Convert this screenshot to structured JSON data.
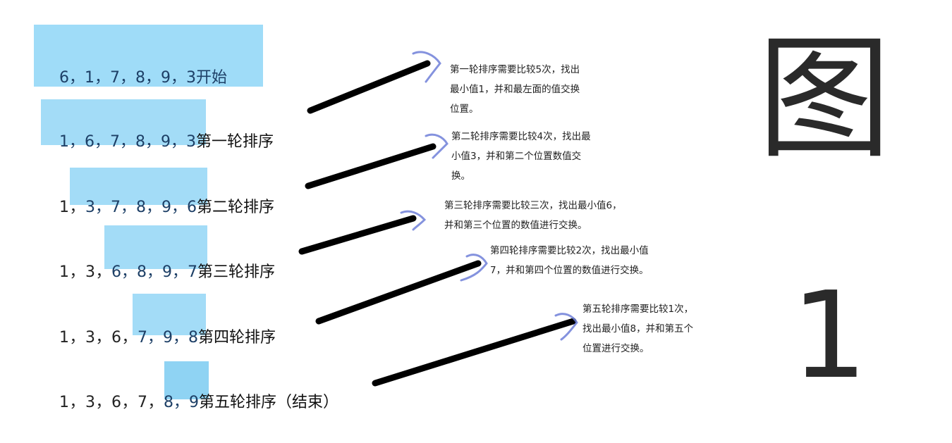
{
  "rows": [
    {
      "pre": "",
      "highlight": "6，1，7，8，9，3",
      "label": "开始"
    },
    {
      "pre": "",
      "highlight": "1，6，7，8，9，3",
      "label": "第一轮排序"
    },
    {
      "pre": "1，",
      "highlight": "3，7，8，9，6",
      "label": "第二轮排序"
    },
    {
      "pre": "1，3，",
      "highlight": "6，8，9，7",
      "label": "第三轮排序"
    },
    {
      "pre": "1，3，6，",
      "highlight": "7，9，8",
      "label": "第四轮排序"
    },
    {
      "pre": "1，3，6，7，",
      "highlight": "8，9",
      "label": "第五轮排序（结束）"
    }
  ],
  "notes": [
    [
      "第一轮排序需要比较5次，找出",
      "最小值1，并和最左面的值交换",
      "位置。"
    ],
    [
      "第二轮排序需要比较4次，找出最",
      "小值3，并和第二个位置数值交",
      "换。"
    ],
    [
      "第三轮排序需要比较三次，找出最小值6，",
      "并和第三个位置的数值进行交换。"
    ],
    [
      "第四轮排序需要比较2次，找出最小值",
      "7，并和第四个位置的数值进行交换。"
    ],
    [
      "第五轮排序需要比较1次，",
      "找出最小值8，并和第五个",
      "位置进行交换。"
    ]
  ],
  "figure_label": {
    "char": "图",
    "number": "1"
  }
}
